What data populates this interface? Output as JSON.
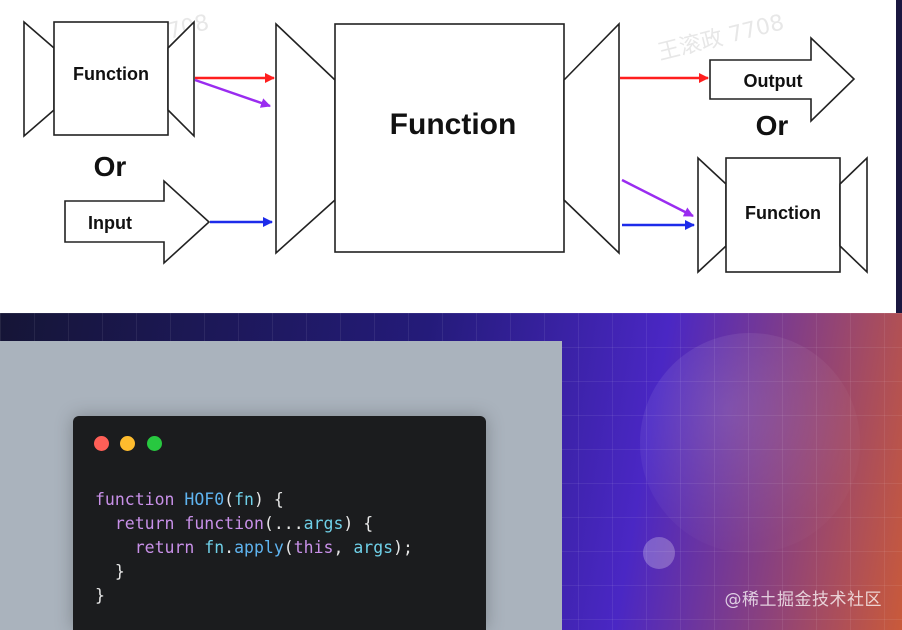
{
  "diagram": {
    "left_function_label": "Function",
    "or_left": "Or",
    "input_label": "Input",
    "center_function_label": "Function",
    "output_label": "Output",
    "or_right": "Or",
    "right_function_label": "Function",
    "watermark": "王滚政 7708",
    "arrow_colors": {
      "red": "#ff1e1e",
      "purple": "#9a2cf0",
      "blue": "#1d2bea"
    }
  },
  "background": {
    "watermark_label": "@稀土掘金技术社区"
  },
  "code_card": {
    "window_dots": [
      "#ff5f57",
      "#febc2e",
      "#28c840"
    ],
    "lines": [
      [
        {
          "t": "function ",
          "c": "kw"
        },
        {
          "t": "HOF0",
          "c": "fn"
        },
        {
          "t": "(",
          "c": "pl"
        },
        {
          "t": "fn",
          "c": "pm"
        },
        {
          "t": ") {",
          "c": "pl"
        }
      ],
      [
        {
          "t": "  ",
          "c": "pl"
        },
        {
          "t": "return ",
          "c": "kw"
        },
        {
          "t": "function",
          "c": "kw"
        },
        {
          "t": "(",
          "c": "pl"
        },
        {
          "t": "...",
          "c": "pl"
        },
        {
          "t": "args",
          "c": "pm"
        },
        {
          "t": ") {",
          "c": "pl"
        }
      ],
      [
        {
          "t": "    ",
          "c": "pl"
        },
        {
          "t": "return ",
          "c": "kw"
        },
        {
          "t": "fn",
          "c": "pm"
        },
        {
          "t": ".",
          "c": "pl"
        },
        {
          "t": "apply",
          "c": "fn"
        },
        {
          "t": "(",
          "c": "pl"
        },
        {
          "t": "this",
          "c": "kw"
        },
        {
          "t": ", ",
          "c": "pl"
        },
        {
          "t": "args",
          "c": "pm"
        },
        {
          "t": ");",
          "c": "pl"
        }
      ],
      [
        {
          "t": "  }",
          "c": "pl"
        }
      ],
      [
        {
          "t": "}",
          "c": "pl"
        }
      ]
    ]
  }
}
